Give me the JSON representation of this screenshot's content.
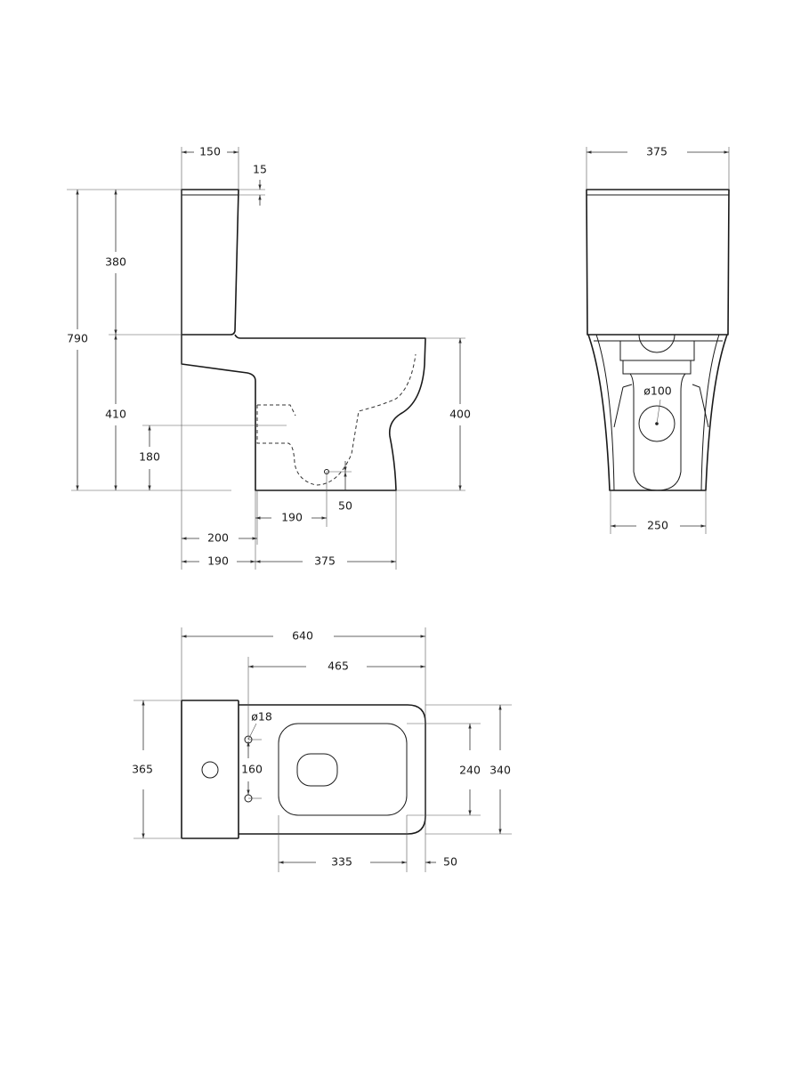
{
  "side_view": {
    "tank_width": "150",
    "lid_thickness": "15",
    "total_height": "790",
    "tank_height": "380",
    "bowl_height": "410",
    "inlet_height": "180",
    "rim_height": "400",
    "outlet_offset": "190",
    "outlet_height": "50",
    "wall_to_base": "200",
    "tank_depth": "190",
    "base_length": "375"
  },
  "front_view": {
    "tank_width": "375",
    "outlet_diameter": "ø100",
    "base_width": "250"
  },
  "plan_view": {
    "total_length": "640",
    "bowl_length": "465",
    "tank_width": "365",
    "hole_diameter": "ø18",
    "hole_spacing": "160",
    "seat_opening_width": "240",
    "bowl_width": "340",
    "seat_opening_length": "335",
    "front_margin": "50"
  }
}
